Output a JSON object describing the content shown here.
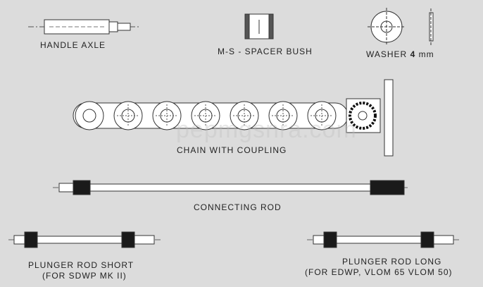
{
  "labels": {
    "handle_axle": "HANDLE AXLE",
    "spacer_bush": "M-S - SPACER BUSH",
    "washer_text": "WASHER",
    "washer_size": "4",
    "washer_unit": "mm",
    "chain": "CHAIN WITH COUPLING",
    "connecting_rod": "CONNECTING ROD",
    "plunger_short_line1": "PLUNGER ROD SHORT",
    "plunger_short_line2": "(FOR SDWP MK II)",
    "plunger_long_line1": "PLUNGER ROD LONG",
    "plunger_long_line2": "(FOR EDWP, VLOM 65 VLOM 50)"
  },
  "watermark": "pepmgsnra.com",
  "colors": {
    "background": "#dcdcdc",
    "part_fill": "#ffffff",
    "outline": "#333333",
    "dark_fitting": "#1a1a1a"
  }
}
